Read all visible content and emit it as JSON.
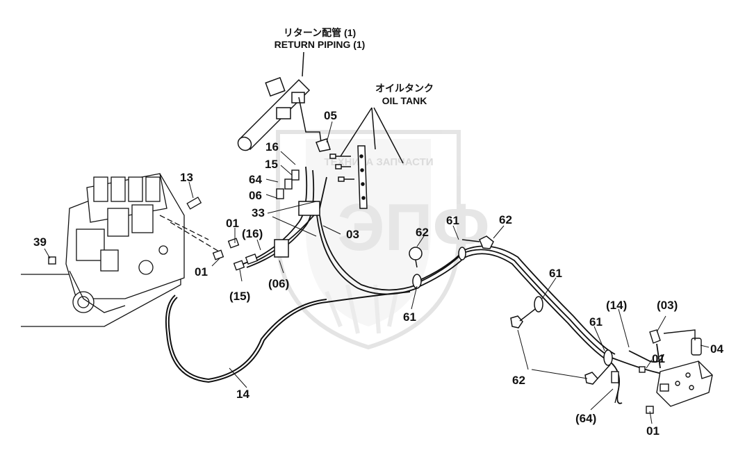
{
  "titles": {
    "return_piping_jp": "リターン配管 (1)",
    "return_piping_en": "RETURN PIPING (1)",
    "oil_tank_jp": "オイルタンク",
    "oil_tank_en": "OIL TANK"
  },
  "watermark": {
    "text": "ТЕХНИКА  ЗАПЧАСТИ",
    "logo": "ЭПФ"
  },
  "parts": {
    "p05": "05",
    "p16": "16",
    "p15": "15",
    "p64": "64",
    "p06": "06",
    "p33": "33",
    "p03": "03",
    "p13": "13",
    "p39": "39",
    "p01a": "01",
    "p01b": "01",
    "p16b": "(16)",
    "p15b": "(15)",
    "p06b": "(06)",
    "p62a": "62",
    "p61a": "61",
    "p62b": "62",
    "p61b": "61",
    "p61c": "61",
    "p61d": "61",
    "p14a": "(14)",
    "p03b": "(03)",
    "p04": "04",
    "p01c": "01",
    "p62c": "62",
    "p14b": "14",
    "p64b": "(64)",
    "p01d": "01"
  },
  "colors": {
    "ink": "#111111",
    "watermark": "#d9d9d9"
  }
}
